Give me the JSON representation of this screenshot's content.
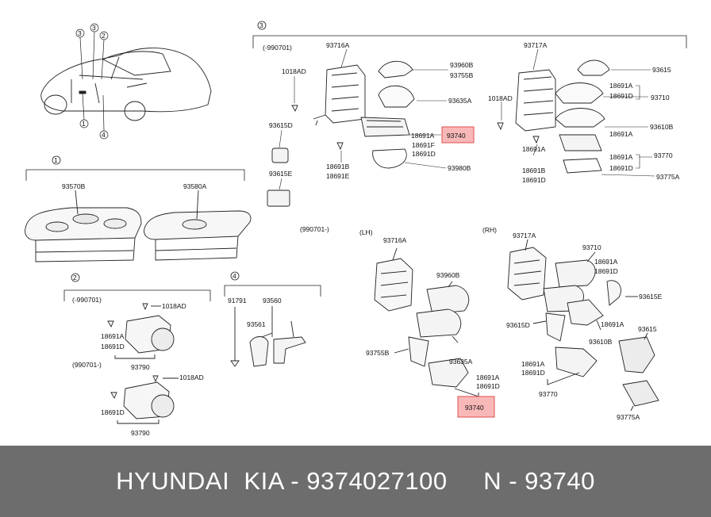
{
  "callouts": {
    "main_car": {
      "c3a": "3",
      "c3b": "3",
      "c2": "2",
      "c1": "1",
      "c4": "4"
    },
    "sec1": "1",
    "sec2": "2",
    "sec3": "3",
    "sec4": "4"
  },
  "sec3": {
    "date_range": "(-990701)",
    "p_93716A": "93716A",
    "p_93717A": "93717A",
    "p_1018AD_l": "1018AD",
    "p_1018AD_r": "1018AD",
    "p_93960B": "93960B",
    "p_93755B": "93755B",
    "p_93635A": "93635A",
    "p_18691A_a": "18691A",
    "p_93740": "93740",
    "p_18691F": "18691F",
    "p_18691D_a": "18691D",
    "p_93980B": "93980B",
    "p_93615D": "93615D",
    "p_18691B": "18691B",
    "p_18691E": "18691E",
    "p_93615E": "93615E",
    "p_93615": "93615",
    "p_18691A_b": "18691A",
    "p_18691D_b": "18691D",
    "p_93710": "93710",
    "p_93610B": "93610B",
    "p_18691A_c": "18691A",
    "p_18691A_d": "18691A",
    "p_18691D_d": "18691D",
    "p_93770": "93770",
    "p_93775A": "93775A",
    "p_18691A_e": "18691A",
    "p_18691B_e": "18691B",
    "p_18691D_e": "18691D"
  },
  "sec1": {
    "p_93570B": "93570B",
    "p_93580A": "93580A"
  },
  "sec2": {
    "date_a": "(-990701)",
    "date_b": "(990701-)",
    "p_1018AD_a": "1018AD",
    "p_18691A": "18691A",
    "p_18691D_a": "18691D",
    "p_93790_a": "93790",
    "p_1018AD_b": "1018AD",
    "p_18691D_b": "18691D",
    "p_93790_b": "93790"
  },
  "sec4": {
    "p_91791": "91791",
    "p_93560": "93560",
    "p_93561": "93561"
  },
  "lower": {
    "date_range": "(990701-)",
    "lh": "(LH)",
    "rh": "(RH)",
    "p_93716A": "93716A",
    "p_93960B": "93960B",
    "p_93755B": "93755B",
    "p_93635A": "93635A",
    "p_18691A_l": "18691A",
    "p_18691D_l": "18691D",
    "p_93740": "93740",
    "p_93717A": "93717A",
    "p_93710": "93710",
    "p_18691A_r1": "18691A",
    "p_18691D_r1": "18691D",
    "p_93615E": "93615E",
    "p_93615D": "93615D",
    "p_18691A_r2": "18691A",
    "p_93610B": "93610B",
    "p_93615": "93615",
    "p_18691A_r3": "18691A",
    "p_18691D_r3": "18691D",
    "p_93770": "93770",
    "p_93775A": "93775A"
  },
  "footer": {
    "text": "HYUNDAI  KIA - 9374027100     N - 93740"
  },
  "colors": {
    "highlight": "#f6a0a0",
    "footer_bg": "#6d6d6d",
    "footer_text": "#ffffff",
    "line": "#222222"
  }
}
